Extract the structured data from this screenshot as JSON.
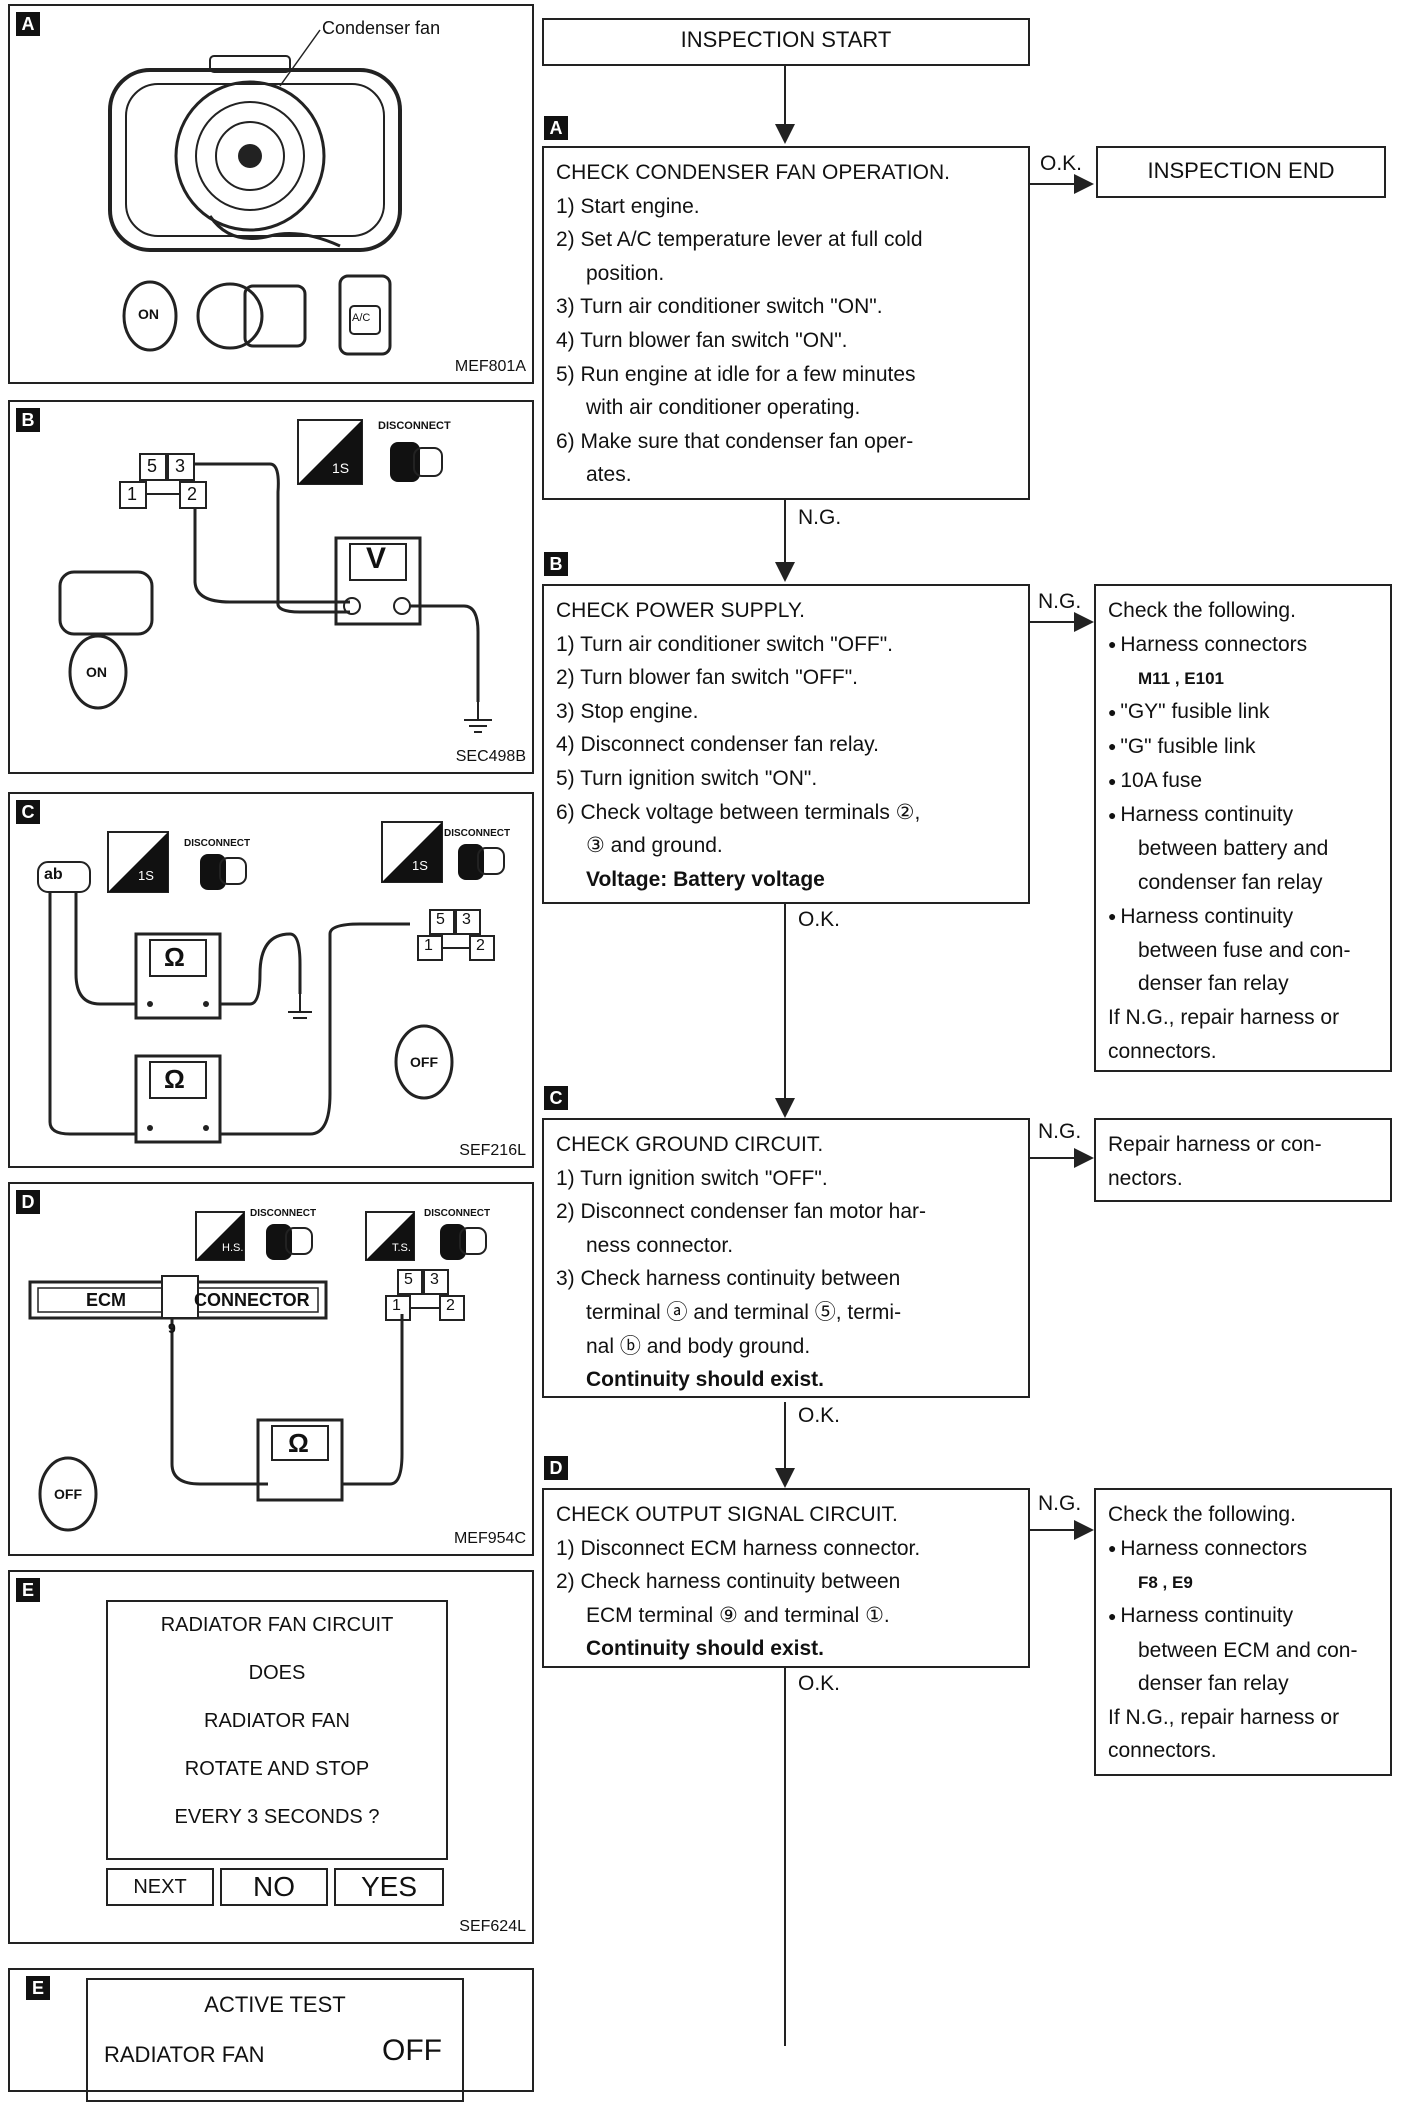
{
  "panels": {
    "a": {
      "letter": "A",
      "caption": "Condenser fan",
      "code": "MEF801A",
      "on_label": "ON",
      "ac_label": "A/C"
    },
    "b": {
      "letter": "B",
      "code": "SEC498B",
      "meter_label": "V",
      "disconnect_label": "DISCONNECT",
      "ts_label": "1S",
      "on_label": "ON"
    },
    "c": {
      "letter": "C",
      "code": "SEF216L",
      "meter1_label": "Ω",
      "meter2_label": "Ω",
      "disconnect_label": "DISCONNECT",
      "ts_label": "1S",
      "off_label": "OFF"
    },
    "d": {
      "letter": "D",
      "code": "MEF954C",
      "ecm_label": "ECM",
      "connector_label": "CONNECTOR",
      "pin_label": "9",
      "meter_label": "Ω",
      "disconnect_label": "DISCONNECT",
      "hs_label": "H.S.",
      "ts_label": "T.S.",
      "off_label": "OFF"
    },
    "e1": {
      "letter": "E",
      "code": "SEF624L",
      "title": "RADIATOR FAN CIRCUIT",
      "lines": [
        "DOES",
        "RADIATOR FAN",
        "ROTATE AND STOP",
        "EVERY 3 SECONDS ?"
      ],
      "btn_next": "NEXT",
      "btn_no": "NO",
      "btn_yes": "YES"
    },
    "e2": {
      "letter": "E",
      "title": "ACTIVE TEST",
      "row_label": "RADIATOR FAN",
      "row_value": "OFF"
    }
  },
  "relay": {
    "t5": "5",
    "t3": "3",
    "t1": "1",
    "t2": "2"
  },
  "flow": {
    "start": "INSPECTION START",
    "end": "INSPECTION END",
    "ok": "O.K.",
    "ng": "N.G.",
    "step_a": {
      "tag": "A",
      "lines": [
        "CHECK CONDENSER FAN OPERATION.",
        "1) Start engine.",
        "2) Set A/C temperature lever at full cold",
        "position.",
        "3) Turn air conditioner switch \"ON\".",
        "4) Turn blower fan switch \"ON\".",
        "5) Run engine at idle for a few minutes",
        "with air conditioner operating.",
        "6) Make sure that condenser fan oper-",
        "ates."
      ]
    },
    "step_b": {
      "tag": "B",
      "lines": [
        "CHECK POWER SUPPLY.",
        "1) Turn air conditioner switch \"OFF\".",
        "2) Turn blower fan switch \"OFF\".",
        "3) Stop engine.",
        "4) Disconnect condenser fan relay.",
        "5) Turn ignition switch \"ON\".",
        "6) Check voltage between terminals ②,",
        "③ and ground.",
        "Voltage: Battery voltage"
      ]
    },
    "side_b": {
      "lines": [
        "Check the following.",
        "Harness connectors",
        "M11 , E101",
        "\"GY\" fusible link",
        "\"G\" fusible link",
        "10A fuse",
        "Harness continuity",
        "between battery and",
        "condenser fan relay",
        "Harness continuity",
        "between fuse and con-",
        "denser fan relay",
        "If N.G., repair harness or",
        "connectors."
      ]
    },
    "step_c": {
      "tag": "C",
      "lines": [
        "CHECK GROUND CIRCUIT.",
        "1) Turn ignition switch \"OFF\".",
        "2) Disconnect condenser fan motor har-",
        "ness connector.",
        "3) Check harness continuity between",
        "terminal ⓐ and terminal ⑤, termi-",
        "nal ⓑ and body ground.",
        "Continuity should exist."
      ]
    },
    "side_c": {
      "lines": [
        "Repair harness or con-",
        "nectors."
      ]
    },
    "step_d": {
      "tag": "D",
      "lines": [
        "CHECK OUTPUT SIGNAL CIRCUIT.",
        "1) Disconnect ECM harness connector.",
        "2) Check harness continuity between",
        "ECM terminal ⑨ and terminal ①.",
        "Continuity should exist."
      ]
    },
    "side_d": {
      "lines": [
        "Check the following.",
        "Harness connectors",
        "F8 , E9",
        "Harness continuity",
        "between ECM and con-",
        "denser fan relay",
        "If N.G., repair harness or",
        "connectors."
      ]
    }
  }
}
